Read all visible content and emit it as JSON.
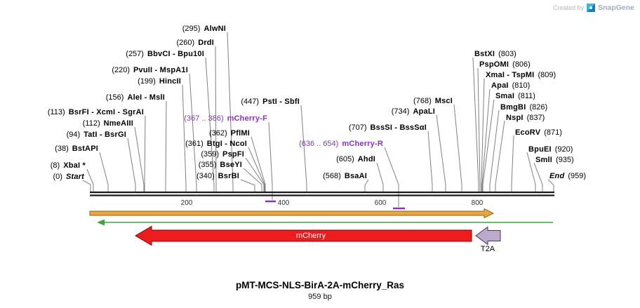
{
  "watermark": {
    "created_by": "Created by",
    "brand": "SnapGene"
  },
  "title": {
    "name": "pMT-MCS-NLS-BirA-2A-mCherry_Ras",
    "length": "959 bp"
  },
  "ruler": {
    "ticks": [
      "200",
      "400",
      "600",
      "800"
    ]
  },
  "sites": {
    "left": [
      {
        "pos": "(0)",
        "name": "Start"
      },
      {
        "pos": "(8)",
        "name": "XbaI *"
      },
      {
        "pos": "(38)",
        "name": "BstAPI"
      },
      {
        "pos": "(94)",
        "name": "TatI - BsrGI"
      },
      {
        "pos": "(112)",
        "name": "NmeAIII"
      },
      {
        "pos": "(113)",
        "name": "BsrFI - XcmI - SgrAI"
      },
      {
        "pos": "(156)",
        "name": "AleI - MslI"
      },
      {
        "pos": "(199)",
        "name": "HincII"
      },
      {
        "pos": "(220)",
        "name": "PvuII - MspA1I"
      },
      {
        "pos": "(257)",
        "name": "BbvCI - Bpu10I"
      },
      {
        "pos": "(260)",
        "name": "DrdI"
      },
      {
        "pos": "(295)",
        "name": "AlwNI"
      }
    ],
    "center": [
      {
        "pos": "(362)",
        "name": "PflMI"
      },
      {
        "pos": "(361)",
        "name": "BtgI - NcoI"
      },
      {
        "pos": "(359)",
        "name": "PspFI"
      },
      {
        "pos": "(355)",
        "name": "BseYI"
      },
      {
        "pos": "(340)",
        "name": "BsrBI"
      },
      {
        "pos": "(367 .. 386)",
        "name": "mCherry-F"
      },
      {
        "pos": "(447)",
        "name": "PstI - SbfI"
      }
    ],
    "mid_right": [
      {
        "pos": "(568)",
        "name": "BsaAI"
      },
      {
        "pos": "(605)",
        "name": "AhdI"
      },
      {
        "pos": "(636 .. 654)",
        "name": "mCherry-R"
      },
      {
        "pos": "(707)",
        "name": "BssSI - BssSαI"
      },
      {
        "pos": "(734)",
        "name": "ApaLI"
      },
      {
        "pos": "(768)",
        "name": "MscI"
      }
    ],
    "right": [
      {
        "name": "BstXI",
        "pos": "(803)"
      },
      {
        "name": "PspOMI",
        "pos": "(806)"
      },
      {
        "name": "XmaI - TspMI",
        "pos": "(809)"
      },
      {
        "name": "ApaI",
        "pos": "(810)"
      },
      {
        "name": "SmaI",
        "pos": "(811)"
      },
      {
        "name": "BmgBI",
        "pos": "(826)"
      },
      {
        "name": "NspI",
        "pos": "(837)"
      },
      {
        "name": "EcoRV",
        "pos": "(871)"
      },
      {
        "name": "BpuEI",
        "pos": "(920)"
      },
      {
        "name": "SmlI",
        "pos": "(935)"
      },
      {
        "name": "End",
        "pos": "(959)"
      }
    ]
  },
  "features": {
    "mcherry": {
      "label": "mCherry"
    },
    "t2a": {
      "label": "T2A"
    }
  },
  "colors": {
    "primer_purple": "#8b2fc9",
    "mcherry_red": "#ee1c1c",
    "t2a_fill": "#bda9cf",
    "orf_orange": "#eda43f",
    "strand_green": "#3aa63a"
  }
}
